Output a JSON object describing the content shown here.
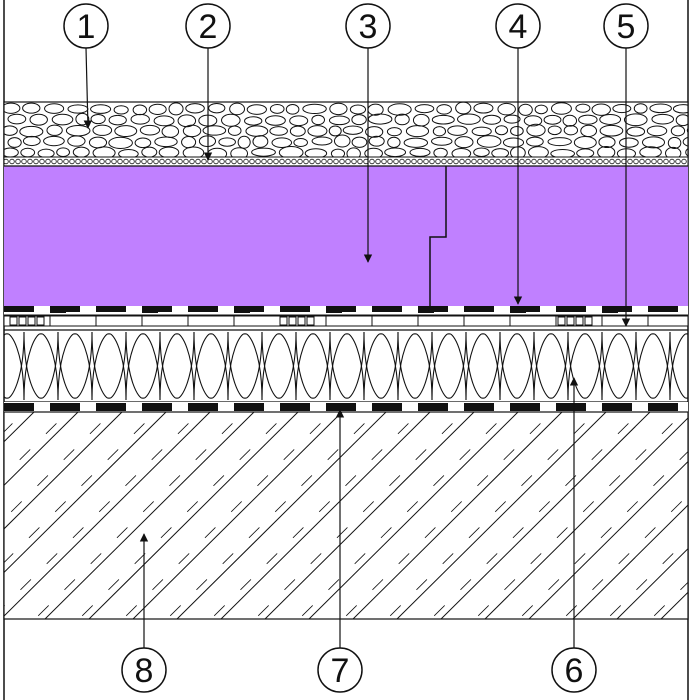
{
  "callouts": [
    {
      "label": "1",
      "layer": "gravel-ballast"
    },
    {
      "label": "2",
      "layer": "separation-fleece"
    },
    {
      "label": "3",
      "layer": "thermal-insulation"
    },
    {
      "label": "4",
      "layer": "waterproofing-membrane"
    },
    {
      "label": "5",
      "layer": "membrane-support"
    },
    {
      "label": "6",
      "layer": "mineral-wool-layer"
    },
    {
      "label": "7",
      "layer": "vapour-barrier"
    },
    {
      "label": "8",
      "layer": "concrete-slab"
    }
  ],
  "colors": {
    "insulation_fill": "#c080ff",
    "line": "#111111",
    "background": "#ffffff"
  }
}
